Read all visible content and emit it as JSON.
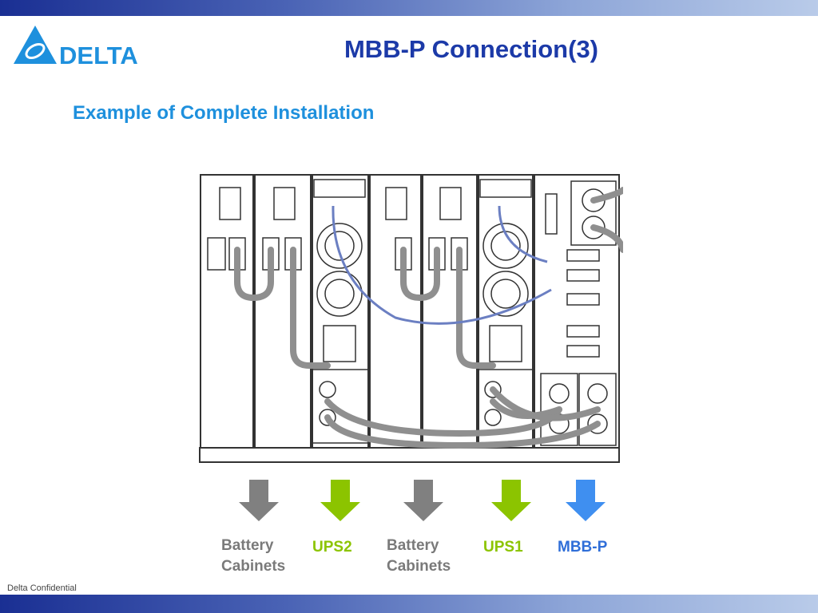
{
  "header": {
    "title": "MBB-P Connection(3)",
    "logo_text": "DELTA"
  },
  "main": {
    "subtitle": "Example of Complete Installation"
  },
  "colors": {
    "bar_dark": "#1a2f93",
    "title_blue": "#1c3aa8",
    "subtitle_blue": "#1e90dd",
    "gray_arrow": "#808080",
    "green_arrow": "#8cc400",
    "blue_arrow": "#3f8ff0"
  },
  "components": [
    {
      "line1": "Battery",
      "line2": "Cabinets",
      "color": "gray"
    },
    {
      "line1": "UPS2",
      "line2": "",
      "color": "green"
    },
    {
      "line1": "Battery",
      "line2": "Cabinets",
      "color": "gray"
    },
    {
      "line1": "UPS1",
      "line2": "",
      "color": "green"
    },
    {
      "line1": "MBB-P",
      "line2": "",
      "color": "blue"
    }
  ],
  "footer": {
    "confidential": "Delta Confidential"
  }
}
